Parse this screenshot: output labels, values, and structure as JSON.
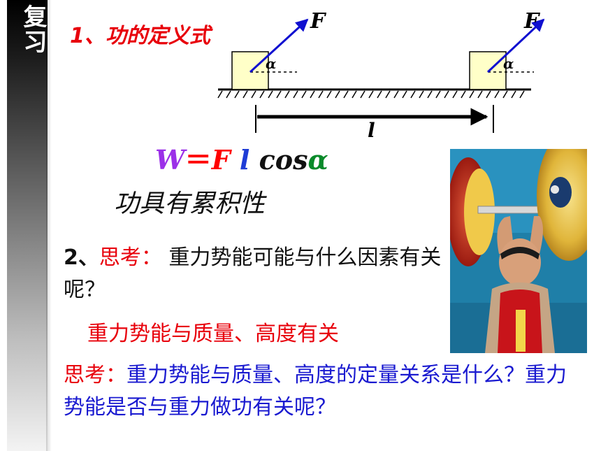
{
  "sidebar": {
    "label": "复习"
  },
  "section1": {
    "title": "1、功的定义式"
  },
  "diagram": {
    "force_label": "F",
    "angle_label": "α",
    "distance_label": "l"
  },
  "formula": {
    "w": "W",
    "eq": "＝",
    "f": "F",
    "l": "l",
    "cos": "cos",
    "alpha": "α"
  },
  "accumulative": "功具有累积性",
  "question2": {
    "prefix": "2、",
    "think": "思考：",
    "text": " 重力势能可能与什么因素有关呢？"
  },
  "answer2": "重力势能与质量、高度有关",
  "question3": {
    "think": "思考：",
    "text": "重力势能与质量、高度的定量关系是什么？重力势能是否与重力做功有关呢？"
  },
  "colors": {
    "red": "#e8000b",
    "blue": "#1a1ad0",
    "purple": "#9b30e8",
    "green": "#0a8a2a",
    "box": "#ffffc8"
  }
}
